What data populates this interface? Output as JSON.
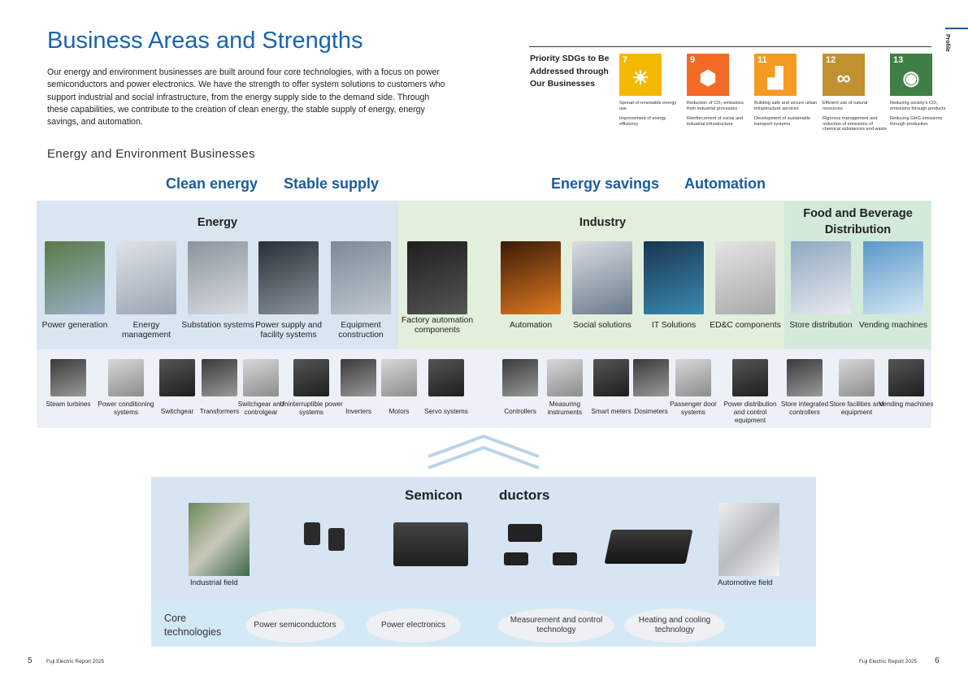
{
  "title": "Business Areas and Strengths",
  "intro": "Our energy and environment businesses are built around four core technologies, with a focus on power semiconductors and power electronics. We have the strength to offer system solutions to customers who support industrial and social infrastructure, from the energy supply side to the demand side. Through these capabilities, we contribute to the creation of clean energy, the stable supply of energy, energy savings, and automation.",
  "subhead": "Energy and Environment Businesses",
  "goals": [
    "Clean energy",
    "Stable supply",
    "Energy savings",
    "Automation"
  ],
  "profile": "Profile",
  "sdg": {
    "title": "Priority SDGs to Be Addressed through Our Businesses",
    "items": [
      {
        "num": "7",
        "color": "#f5b800",
        "symbol": "☀",
        "texts": [
          "Spread of renewable energy use",
          "Improvement of energy efficiency"
        ]
      },
      {
        "num": "9",
        "color": "#f26a24",
        "symbol": "⬢",
        "texts": [
          "Reduction of CO₂ emissions from industrial processes",
          "Reinforcement of social and industrial infrastructure"
        ]
      },
      {
        "num": "11",
        "color": "#f59b22",
        "symbol": "▟",
        "texts": [
          "Building safe and secure urban infrastructure services",
          "Development of sustainable transport systems"
        ]
      },
      {
        "num": "12",
        "color": "#c1912f",
        "symbol": "∞",
        "texts": [
          "Efficient use of natural resources",
          "Rigorous management and reduction of emissions of chemical substances and waste"
        ]
      },
      {
        "num": "13",
        "color": "#3f7e44",
        "symbol": "◉",
        "texts": [
          "Reducing society's CO₂ emissions through products",
          "Reducing GHG emissions through production"
        ]
      }
    ]
  },
  "sections": {
    "energy": "Energy",
    "industry": "Industry",
    "food": "Food and Beverage Distribution"
  },
  "applications": [
    "Power generation",
    "Energy management",
    "Substation systems",
    "Power supply and facility systems",
    "Equipment construction",
    "Factory automation components",
    "Automation",
    "Social solutions",
    "IT Solutions",
    "ED&C components",
    "Store distribution",
    "Vending machines"
  ],
  "products": [
    "Steam turbines",
    "Power conditioning systems",
    "Switchgear",
    "Transformers",
    "Switchgear and controlgear",
    "Uninterruptible power systems",
    "Inverters",
    "Motors",
    "Servo systems",
    "Controllers",
    "Measuring instruments",
    "Smart meters",
    "Dosimeters",
    "Passenger door systems",
    "Power distribution and control equipment",
    "Store integrated controllers",
    "Store facilities and equipment",
    "Vending machines"
  ],
  "semiconductors": {
    "title_a": "Semicon",
    "title_b": "ductors",
    "industrial": "Industrial field",
    "automotive": "Automotive field"
  },
  "core": {
    "label": "Core technologies",
    "items": [
      "Power semiconductors",
      "Power electronics",
      "Measurement and control technology",
      "Heating and cooling technology"
    ]
  },
  "footer": {
    "left_page": "5",
    "right_page": "6",
    "report": "Fuji Electric Report 2025"
  }
}
